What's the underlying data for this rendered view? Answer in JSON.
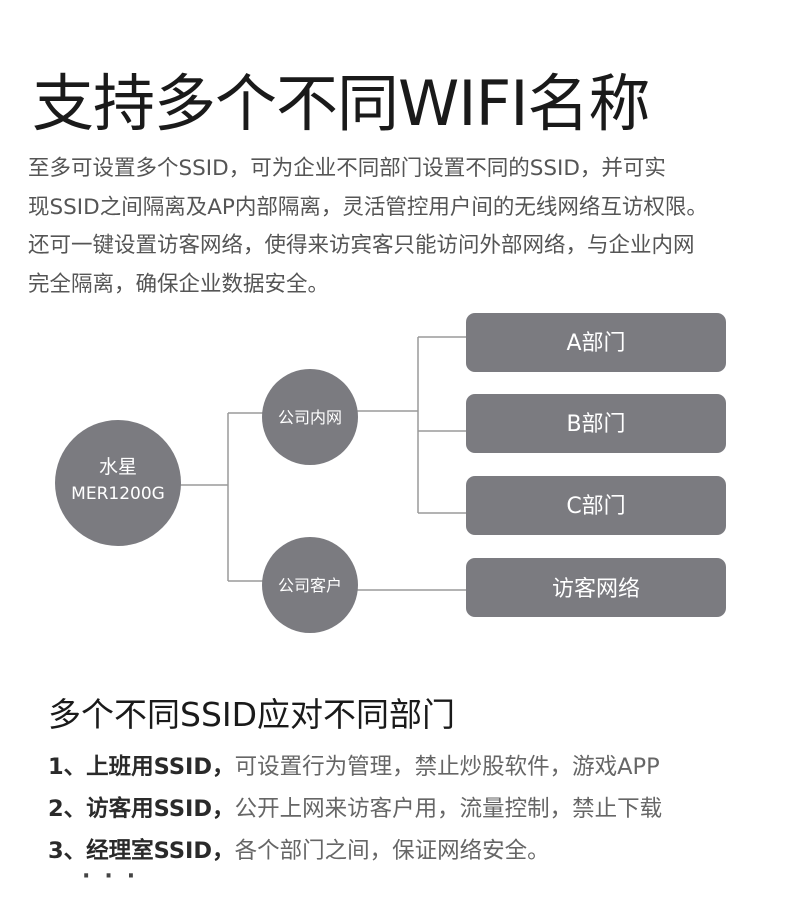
{
  "title": "支持多个不同WIFI名称",
  "description": [
    "至多可设置多个SSID，可为企业不同部门设置不同的SSID，并可实",
    "现SSID之间隔离及AP内部隔离，灵活管控用户间的无线网络互访权限。",
    "还可一键设置访客网络，使得来访宾客只能访问外部网络，与企业内网",
    "完全隔离，确保企业数据安全。"
  ],
  "diagram": {
    "root": {
      "line1": "水星",
      "line2": "MER1200G"
    },
    "branches": [
      {
        "label": "公司内网",
        "leaves": [
          "A部门",
          "B部门",
          "C部门"
        ]
      },
      {
        "label": "公司客户",
        "leaves": [
          "访客网络"
        ]
      }
    ],
    "node_color": "#7b7b80",
    "line_color": "#9a9a9a"
  },
  "section_title": "多个不同SSID应对不同部门",
  "list": [
    {
      "num": "1、",
      "bold": "上班用SSID，",
      "rest": "可设置行为管理，禁止炒股软件，游戏APP"
    },
    {
      "num": "2、",
      "bold": "访客用SSID，",
      "rest": "公开上网来访客户用，流量控制，禁止下载"
    },
    {
      "num": "3、",
      "bold": "经理室SSID，",
      "rest": "各个部门之间，保证网络安全。"
    }
  ],
  "ellipsis": "···"
}
